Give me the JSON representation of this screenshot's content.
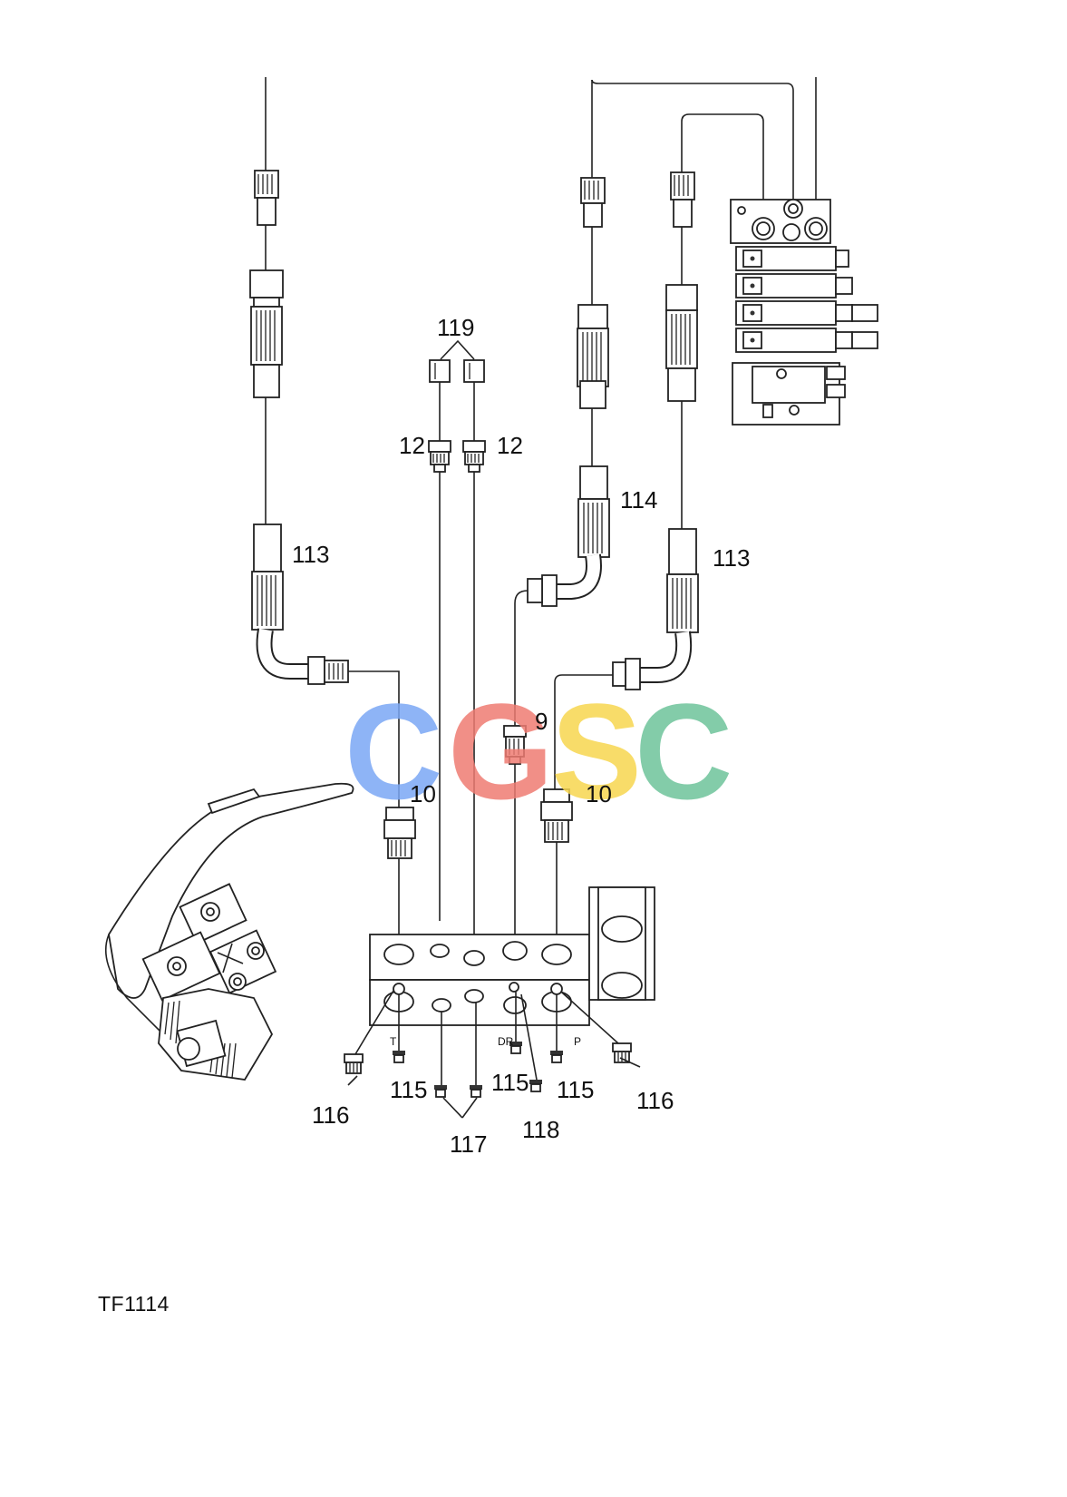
{
  "figure_code": "TF1114",
  "watermark": {
    "letters": [
      "C",
      "G",
      "S",
      "C"
    ],
    "colors": [
      "#7aa7f5",
      "#ef7b72",
      "#f7d64f",
      "#6dc39a"
    ]
  },
  "labels": {
    "fitting_119": "119",
    "fitting_12_left": "12",
    "fitting_12_right": "12",
    "hose_113_left": "113",
    "hose_113_right": "113",
    "hose_114": "114",
    "fitting_9": "9",
    "fitting_10_left": "10",
    "fitting_10_right": "10",
    "plug_115_left": "115",
    "plug_115_mid": "115",
    "plug_115_right": "115",
    "plug_116_left": "116",
    "plug_116_right": "116",
    "plug_117": "117",
    "plug_118": "118"
  },
  "port_markings": {
    "tank": "T",
    "drain": "DR",
    "pressure": "P"
  }
}
